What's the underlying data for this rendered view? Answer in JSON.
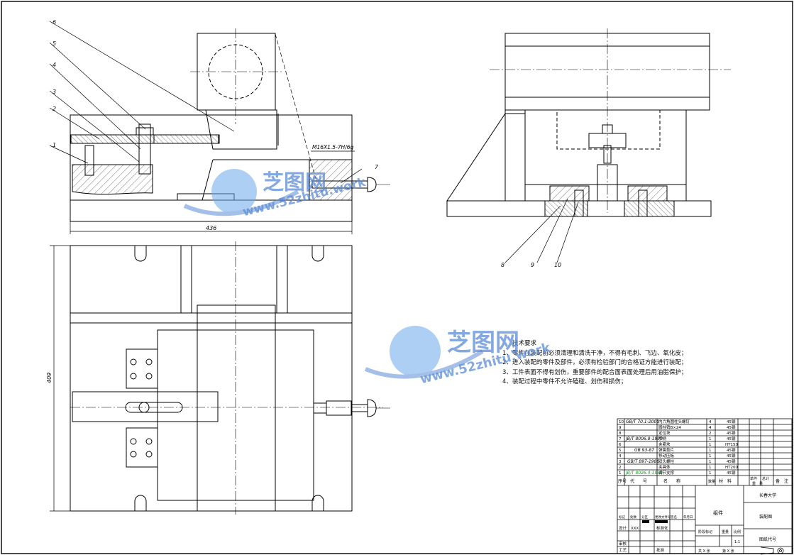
{
  "balloons": [
    "1",
    "2",
    "3",
    "4",
    "5",
    "6",
    "7",
    "8",
    "9",
    "10"
  ],
  "thread_callout": "M16X1.5-7H/6g",
  "dim_width": "436",
  "dim_height": "409",
  "tech_notes": {
    "title": "技术要求",
    "items": [
      "1、零件在装配前必须清理和清洗干净，不得有毛刺、飞边、氧化皮；",
      "2、进入装配的零件及部件，必须有检验部门的合格证方能进行装配；",
      "3、工件表面不得有划伤，重要部件的配合面表面处理后用油脂保护；",
      "4、装配过程中零件不允许磕碰、划伤和损伤；"
    ]
  },
  "bom": {
    "rows": [
      {
        "no": "10",
        "code": "GB/T 70.1-2000",
        "name": "内六角圆柱头螺钉",
        "qty": "4",
        "material": "45钢"
      },
      {
        "no": "9",
        "code": "",
        "name": "圆柱销B×24",
        "qty": "4",
        "material": "45钢"
      },
      {
        "no": "8",
        "code": "",
        "name": "定位块",
        "qty": "2",
        "material": "45钢"
      },
      {
        "no": "7",
        "code": "JB/T 8006.8-1999",
        "name": "手柄",
        "qty": "1",
        "material": "45钢"
      },
      {
        "no": "6",
        "code": "",
        "name": "夹紧块",
        "qty": "1",
        "material": "HT150"
      },
      {
        "no": "5",
        "code": "GB 93-87",
        "name": "弹簧垫片",
        "qty": "1",
        "material": "45钢"
      },
      {
        "no": "4",
        "code": "",
        "name": "移动压板",
        "qty": "1",
        "material": "45钢"
      },
      {
        "no": "3",
        "code": "GB/T 897-1988",
        "name": "双头螺柱",
        "qty": "1",
        "material": "45钢"
      },
      {
        "no": "2",
        "code": "",
        "name": "夹具体",
        "qty": "1",
        "material": "HT200"
      },
      {
        "no": "1",
        "code": "JB/T 8026.4-1999",
        "name": "调节支撑",
        "qty": "1",
        "material": "45钢"
      }
    ],
    "header": {
      "no": "序号",
      "code": "代　　号",
      "name": "名　　称",
      "qty": "数量",
      "material": "材　料",
      "unit_wt": "单件",
      "total_wt": "总计",
      "weight": "重　量",
      "remarks": "备　注"
    }
  },
  "title_block": {
    "drawing_type": "组件",
    "university": "长春大学",
    "drawing_name": "装配图",
    "scale_label": "比例",
    "scale": "1:1",
    "weight_label": "重量",
    "stage_label": "阶段标记",
    "drawing_code_label": "图纸代号",
    "sheet_total": "共 X 张",
    "sheet_no": "第 X 张",
    "designer_label": "设计",
    "designer": "XXX",
    "standardize_label": "标准化",
    "process_label": "工艺",
    "approve_label": "批准",
    "review_label": "审核",
    "rev_cols": [
      "标记",
      "处数",
      "分区",
      "更改文件号",
      "签名",
      "年月日"
    ]
  },
  "watermark": {
    "brand": "芝图网",
    "url": "www.52zhitu.work"
  }
}
